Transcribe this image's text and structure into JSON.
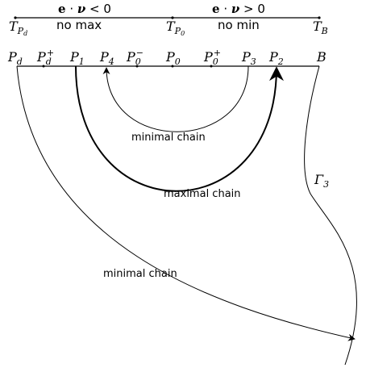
{
  "top_axis": {
    "ticks": [
      {
        "label": "T",
        "sub": "P",
        "subsub": "d"
      },
      {
        "label": "T",
        "sub": "P",
        "subsub": "0"
      },
      {
        "label": "T",
        "sub": "B",
        "subsub": ""
      }
    ],
    "regions": [
      {
        "condition_vec": "e",
        "dot": " · ",
        "nu": "ν",
        "rel": " < 0",
        "caption": "no max"
      },
      {
        "condition_vec": "e",
        "dot": " · ",
        "nu": "ν",
        "rel": " > 0",
        "caption": "no min"
      }
    ]
  },
  "points": [
    {
      "base": "P",
      "sub": "d",
      "sup": ""
    },
    {
      "base": "P",
      "sub": "d",
      "sup": "+"
    },
    {
      "base": "P",
      "sub": "1",
      "sup": ""
    },
    {
      "base": "P",
      "sub": "4",
      "sup": ""
    },
    {
      "base": "P",
      "sub": "0",
      "sup": "−"
    },
    {
      "base": "P",
      "sub": "0",
      "sup": ""
    },
    {
      "base": "P",
      "sub": "0",
      "sup": "+"
    },
    {
      "base": "P",
      "sub": "3",
      "sup": ""
    },
    {
      "base": "P",
      "sub": "2",
      "sup": ""
    },
    {
      "base": "B",
      "sub": "",
      "sup": ""
    }
  ],
  "curves": {
    "inner_label": "minimal chain",
    "middle_label": "maximal chain",
    "outer_label": "minimal chain",
    "boundary_label": "Γ",
    "boundary_sub": "3"
  }
}
